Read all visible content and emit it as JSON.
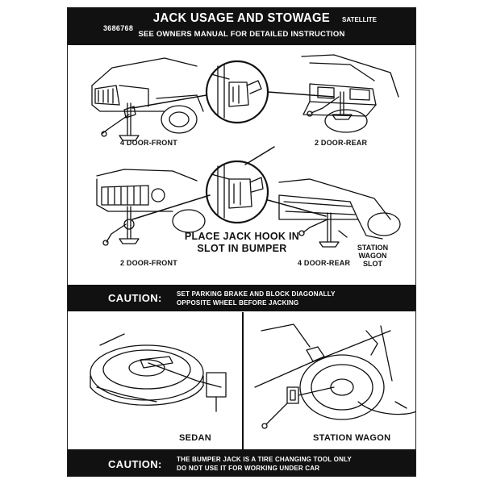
{
  "header": {
    "part_number": "3686768",
    "title": "JACK USAGE AND STOWAGE",
    "model": "SATELLITE",
    "subtitle": "SEE OWNERS MANUAL FOR DETAILED INSTRUCTION"
  },
  "diagram_labels": {
    "four_door_front": "4 DOOR-FRONT",
    "two_door_rear": "2 DOOR-REAR",
    "two_door_front": "2 DOOR-FRONT",
    "four_door_rear": "4 DOOR-REAR",
    "jack_hook_line1": "PLACE JACK HOOK IN",
    "jack_hook_line2": "SLOT IN BUMPER",
    "station_wagon_slot_line1": "STATION",
    "station_wagon_slot_line2": "WAGON",
    "station_wagon_slot_line3": "SLOT"
  },
  "caution_1": {
    "word": "CAUTION:",
    "line1": "SET PARKING BRAKE AND BLOCK DIAGONALLY",
    "line2": "OPPOSITE WHEEL BEFORE JACKING"
  },
  "stowage": {
    "sedan": "SEDAN",
    "station_wagon": "STATION WAGON"
  },
  "caution_2": {
    "word": "CAUTION:",
    "line1": "THE BUMPER JACK IS A TIRE CHANGING TOOL ONLY",
    "line2": "DO NOT USE IT FOR WORKING UNDER CAR"
  }
}
